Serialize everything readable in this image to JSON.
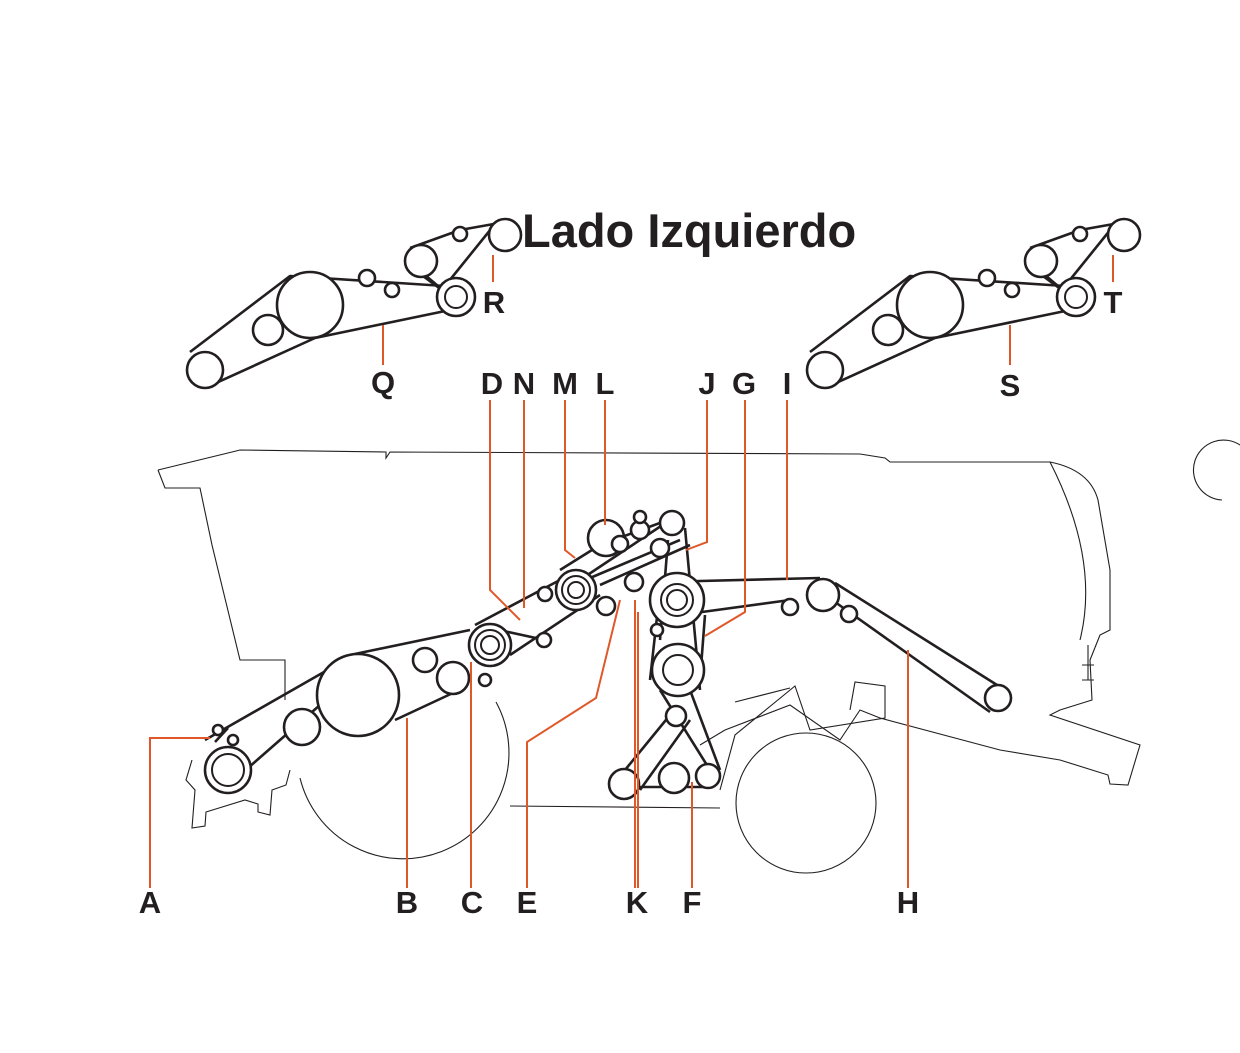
{
  "title": "Lado Izquierdo",
  "labels": {
    "A": "A",
    "B": "B",
    "C": "C",
    "D": "D",
    "E": "E",
    "F": "F",
    "G": "G",
    "H": "H",
    "I": "I",
    "J": "J",
    "K": "K",
    "L": "L",
    "M": "M",
    "N": "N",
    "Q": "Q",
    "R": "R",
    "S": "S",
    "T": "T"
  },
  "colors": {
    "ink": "#231f20",
    "leader": "#e0582a",
    "background": "#ffffff"
  }
}
